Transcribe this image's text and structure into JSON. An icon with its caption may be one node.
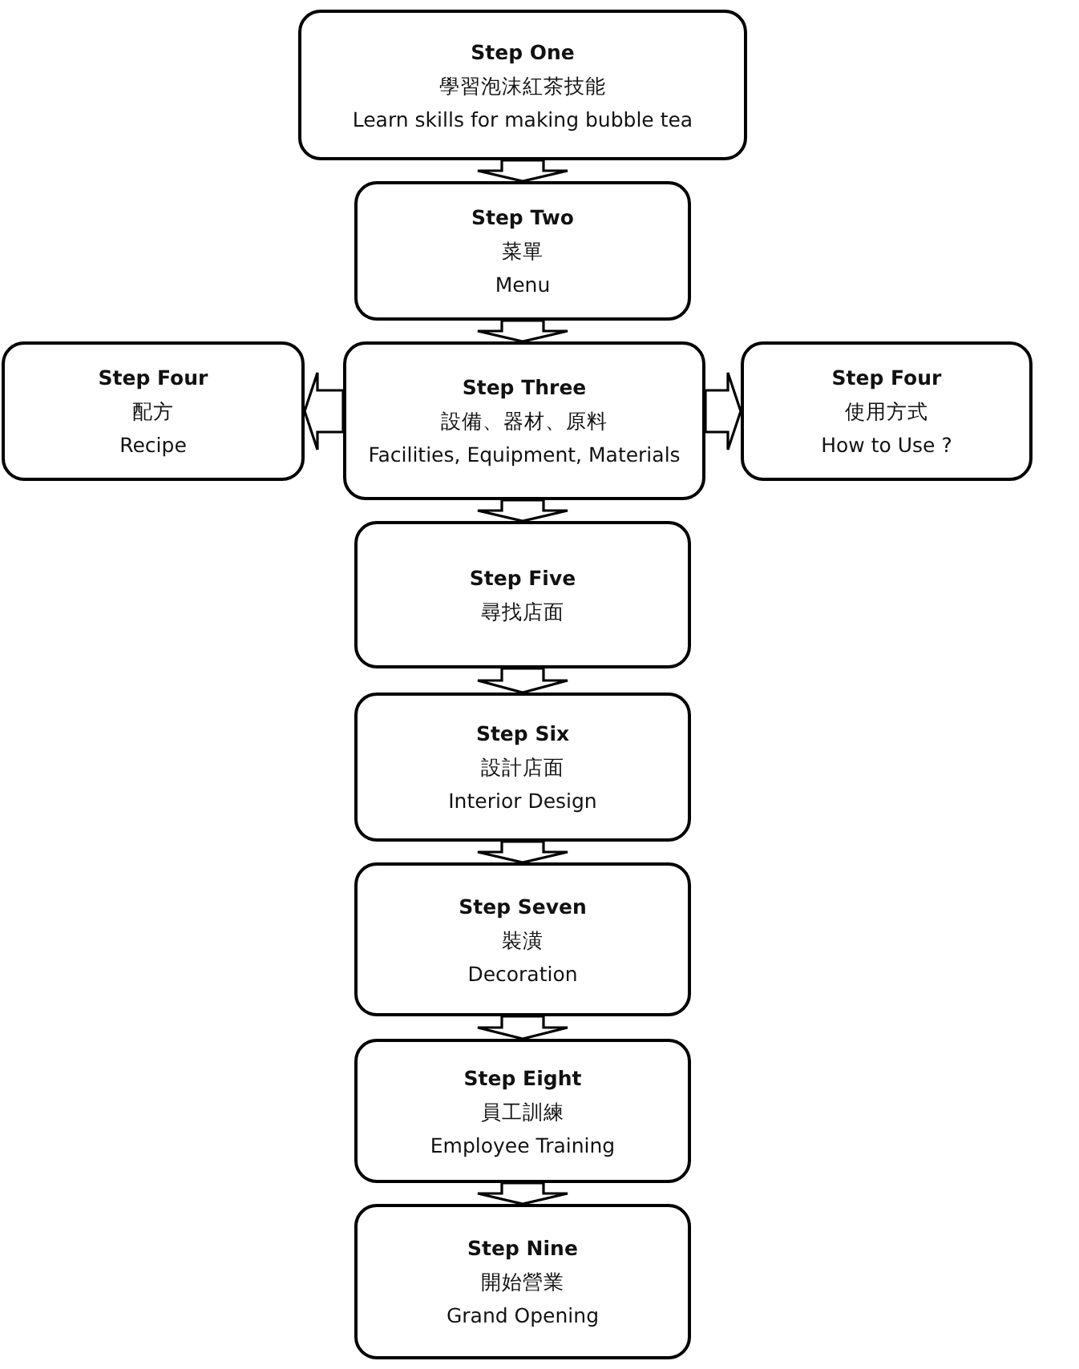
{
  "diagram": {
    "nodes": [
      {
        "text": [
          "Step One",
          "學習泡沫紅茶技能",
          "Learn skills for making bubble tea"
        ]
      },
      {
        "text": [
          "Step Two",
          "菜單",
          "Menu"
        ]
      },
      {
        "text": [
          "Step Three",
          "設備、器材、原料",
          "Facilities, Equipment, Materials"
        ]
      },
      {
        "text": [
          "Step Four",
          "配方",
          "Recipe"
        ]
      },
      {
        "text": [
          "Step Four",
          "使用方式",
          "How to Use ?"
        ]
      },
      {
        "text": [
          "Step Five",
          "尋找店面"
        ]
      },
      {
        "text": [
          "Step Six",
          "設計店面",
          "Interior Design"
        ]
      },
      {
        "text": [
          "Step Seven",
          "裝潢",
          "Decoration"
        ]
      },
      {
        "text": [
          "Step Eight",
          "員工訓練",
          "Employee Training"
        ]
      },
      {
        "text": [
          "Step Nine",
          "開始營業",
          "Grand Opening"
        ]
      }
    ],
    "edges": [
      {
        "from": 0,
        "to": 1,
        "arrow": "to"
      },
      {
        "from": 1,
        "to": 2,
        "arrow": "to"
      },
      {
        "from": 2,
        "to": 3,
        "arrow": "to"
      },
      {
        "from": 2,
        "to": 4,
        "arrow": "to"
      },
      {
        "from": 2,
        "to": 5,
        "arrow": "to"
      },
      {
        "from": 5,
        "to": 6,
        "arrow": "to"
      },
      {
        "from": 6,
        "to": 7,
        "arrow": "to"
      },
      {
        "from": 7,
        "to": 8,
        "arrow": "to"
      },
      {
        "from": 8,
        "to": 9,
        "arrow": "to"
      }
    ]
  }
}
